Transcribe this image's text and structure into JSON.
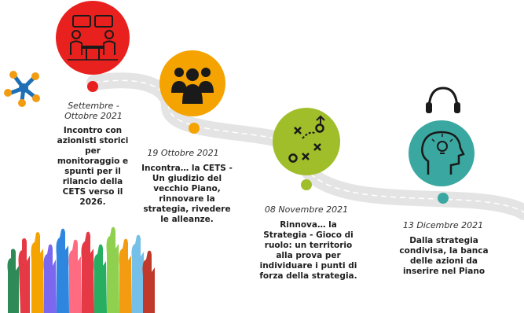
{
  "milestones": [
    {
      "date": "Settembre - Ottobre 2021",
      "text": "Incontro con azionisti storici per monitoraggio e spunti per il rilancio della CETS verso il 2026.",
      "icon": "meeting-icon",
      "color": "#e8211e"
    },
    {
      "date": "19 Ottobre 2021",
      "text": "Incontra… la CETS - Un giudizio del vecchio Piano, rinnovare la strategia, rivedere le alleanze.",
      "icon": "group-icon",
      "color": "#f4a300"
    },
    {
      "date": "08 Novembre 2021",
      "text": "Rinnova… la Strategia - Gioco di ruolo: un territorio alla prova per individuare i punti di forza della strategia.",
      "icon": "strategy-icon",
      "color": "#9fbe2a"
    },
    {
      "date": "13 Dicembre 2021",
      "text": "Dalla strategia condivisa, la banca delle azioni da inserire nel Piano",
      "icon": "idea-head-icon",
      "color": "#3aa8a0"
    }
  ],
  "colors": {
    "road": "#e4e4e4",
    "dot_red": "#e8211e",
    "dot_orange": "#f4a300",
    "dot_green": "#9fbe2a",
    "dot_teal": "#3aa8a0"
  }
}
